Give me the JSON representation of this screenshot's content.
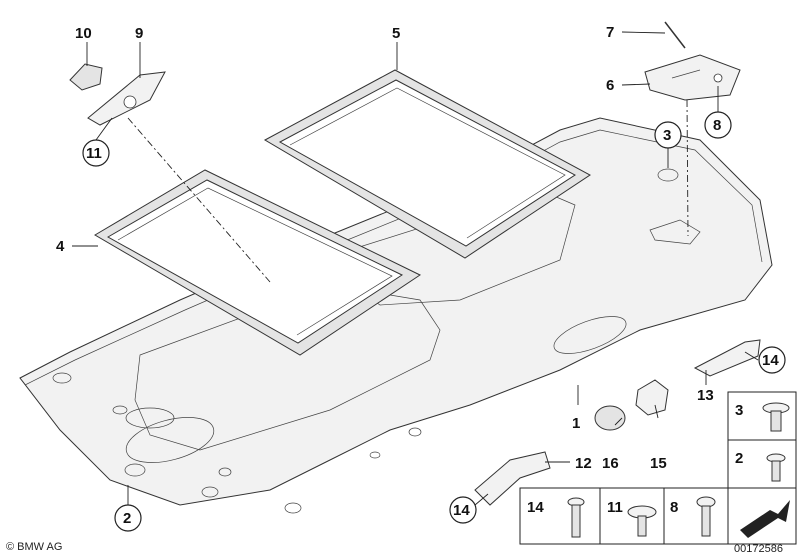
{
  "callouts": {
    "c1": "1",
    "c2": "2",
    "c3": "3",
    "c4": "4",
    "c5": "5",
    "c6": "6",
    "c7": "7",
    "c8": "8",
    "c9": "9",
    "c10": "10",
    "c11": "11",
    "c12": "12",
    "c13": "13",
    "c14a": "14",
    "c14b": "14",
    "c15": "15",
    "c16": "16"
  },
  "legend": {
    "r1": "3",
    "r2": "2",
    "b1": "14",
    "b2": "11",
    "b3": "8"
  },
  "footer": {
    "brand": "BMW AG",
    "ref": "00172586"
  }
}
